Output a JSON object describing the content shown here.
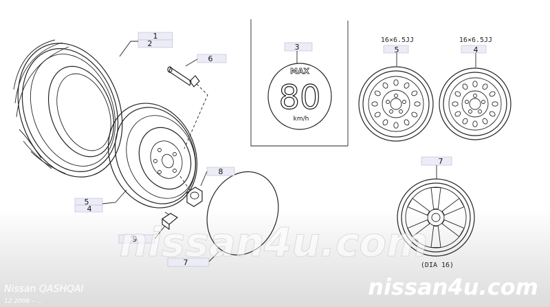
{
  "callouts": {
    "tire_1": "1",
    "tire_2": "2",
    "valve": "6",
    "emblem": "3",
    "wheel_5": "5",
    "wheel_4": "4",
    "nut": "8",
    "cap": "7",
    "weight": "9",
    "steel_5": "5",
    "steel_4": "4",
    "alloy": "7"
  },
  "emblem": {
    "max_label": "MAX",
    "speed": "80",
    "unit": "km/h"
  },
  "specs": {
    "steel_5": "16×6.5JJ",
    "steel_4": "16×6.5JJ",
    "alloy": "(DIA 16)"
  },
  "watermarks": {
    "center": "nissan4u.com",
    "bottom": "nissan4u.com"
  },
  "footer": {
    "model": "Nissan QASHQAI",
    "date": "12.2006 – ..."
  }
}
